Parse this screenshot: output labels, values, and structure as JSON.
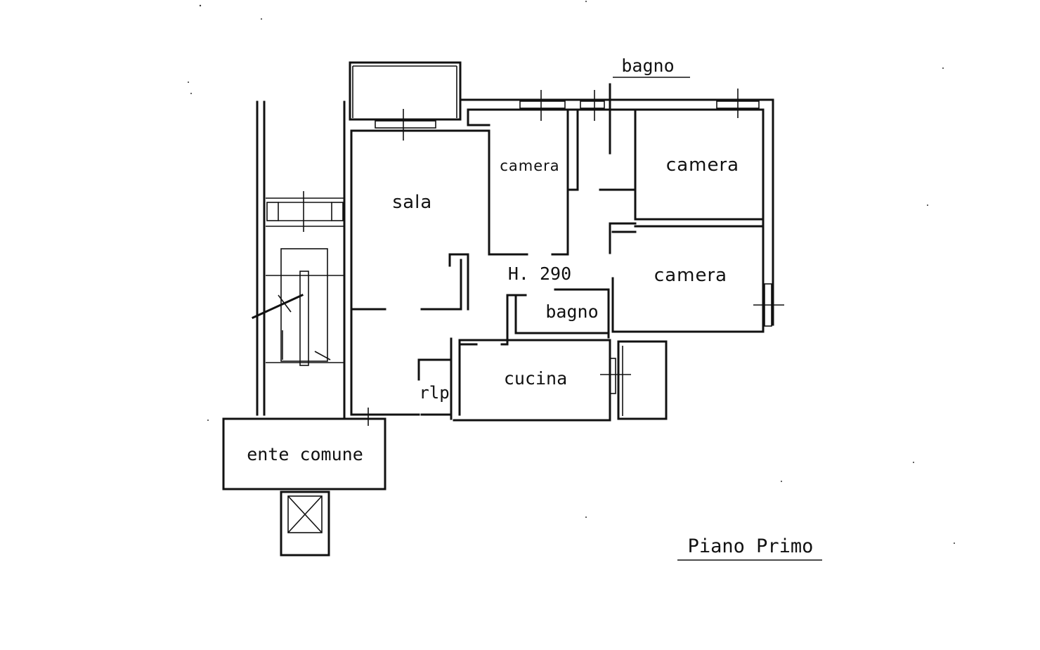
{
  "title": "Piano Primo",
  "height_label": "H. 290",
  "rooms": {
    "sala": "sala",
    "camera_small": "camera",
    "camera_top_right": "camera",
    "camera_mid_right": "camera",
    "bagno_top": "bagno",
    "bagno_center": "bagno",
    "cucina": "cucina",
    "rip": "rlp",
    "ente_comune": "ente comune"
  }
}
